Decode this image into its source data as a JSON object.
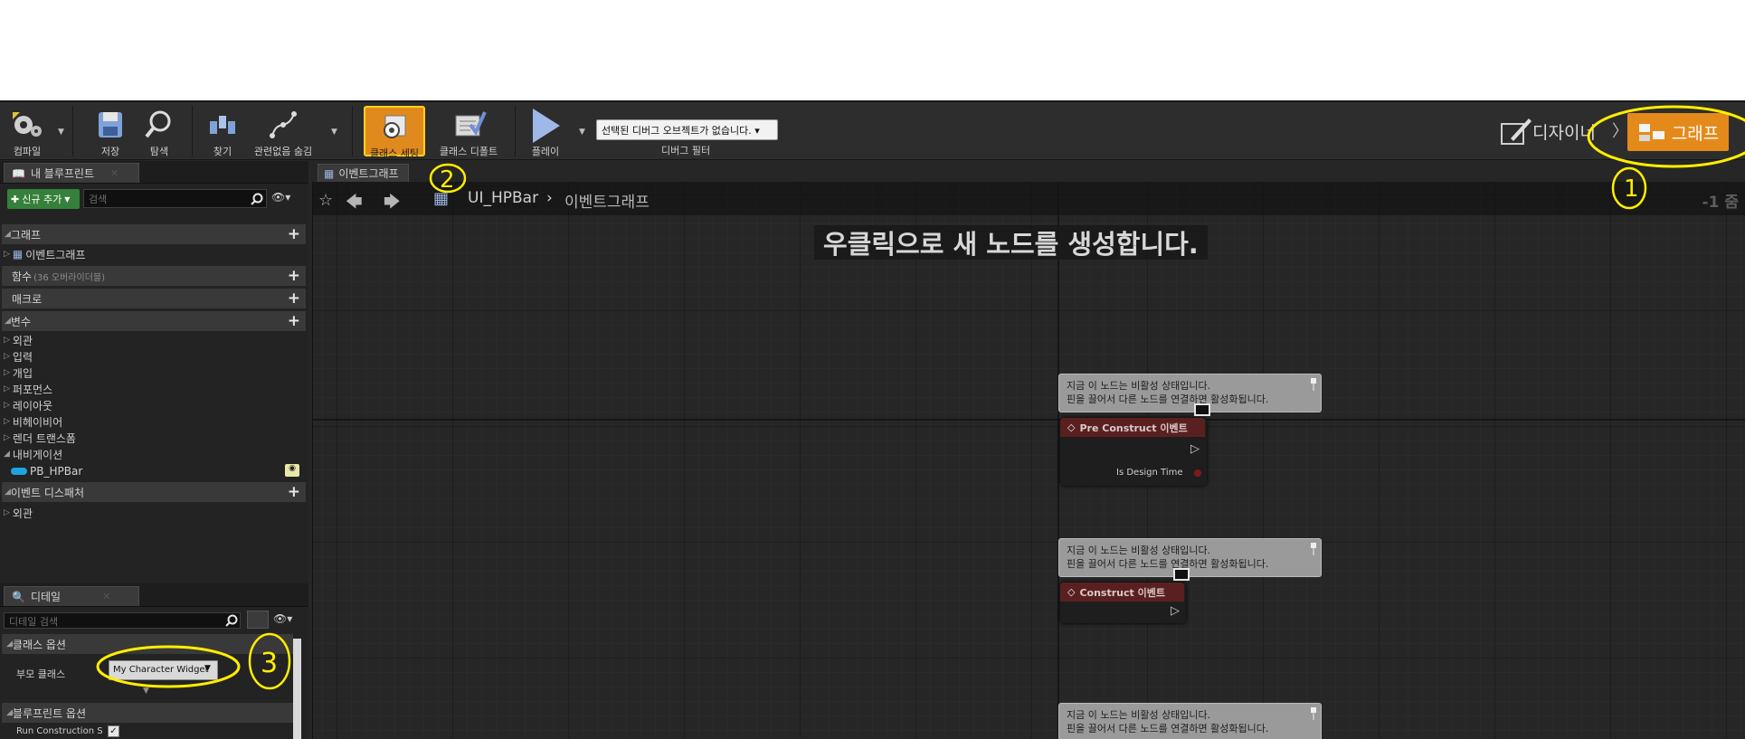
{
  "toolbar": {
    "compile": "컴파일",
    "save": "저장",
    "browse": "탐색",
    "find": "찾기",
    "hide_unrelated": "관련없음 숨김",
    "class_settings": "클래스 세팅",
    "class_defaults": "클래스 디폴트",
    "play": "플레이",
    "debug_select": "선택된 디버그 오브젝트가 없습니다.",
    "debug_filter": "디버그 필터"
  },
  "modes": {
    "designer": "디자이너",
    "graph": "그래프"
  },
  "my_blueprint": {
    "tab": "내 블루프린트",
    "add_new": "신규 추가",
    "search_placeholder": "검색",
    "graphs_header": "그래프",
    "event_graph": "이벤트그래프",
    "functions_header": "함수",
    "functions_override": "(36 오버라이더블)",
    "macros_header": "매크로",
    "variables_header": "변수",
    "variable_categories": [
      "외관",
      "입력",
      "개입",
      "퍼포먼스",
      "레이아웃",
      "비헤이비어",
      "렌더 트랜스폼",
      "내비게이션"
    ],
    "variable_item": "PB_HPBar",
    "dispatchers_header": "이벤트 디스패처",
    "dispatcher_categories": [
      "외관"
    ]
  },
  "details": {
    "tab": "디테일",
    "search_placeholder": "디테일 검색",
    "class_options": "클래스 옵션",
    "parent_class_label": "부모 클래스",
    "parent_class_value": "My Character Widget",
    "blueprint_options": "블루프린트 옵션",
    "run_construction": "Run Construction S"
  },
  "graph": {
    "tab": "이벤트그래프",
    "breadcrumb_blueprint": "UI_HPBar",
    "breadcrumb_graph": "이벤트그래프",
    "zoom": "-1 줌",
    "hint": "우클릭으로 새 노드를 생성합니다."
  },
  "nodes": {
    "comment_line1": "지금 이 노드는 비활성 상태입니다.",
    "comment_line2": "핀을 끌어서 다른 노드를 연결하면 활성화됩니다.",
    "pre_construct": "Pre Construct 이벤트",
    "is_design_time": "Is Design Time",
    "construct": "Construct 이벤트"
  },
  "annotations": [
    "1",
    "2",
    "3"
  ],
  "colors": {
    "accent_orange": "#e48a1a",
    "annotation_yellow": "#ffee00",
    "add_green": "#35803a",
    "node_header": "#5a2020"
  }
}
